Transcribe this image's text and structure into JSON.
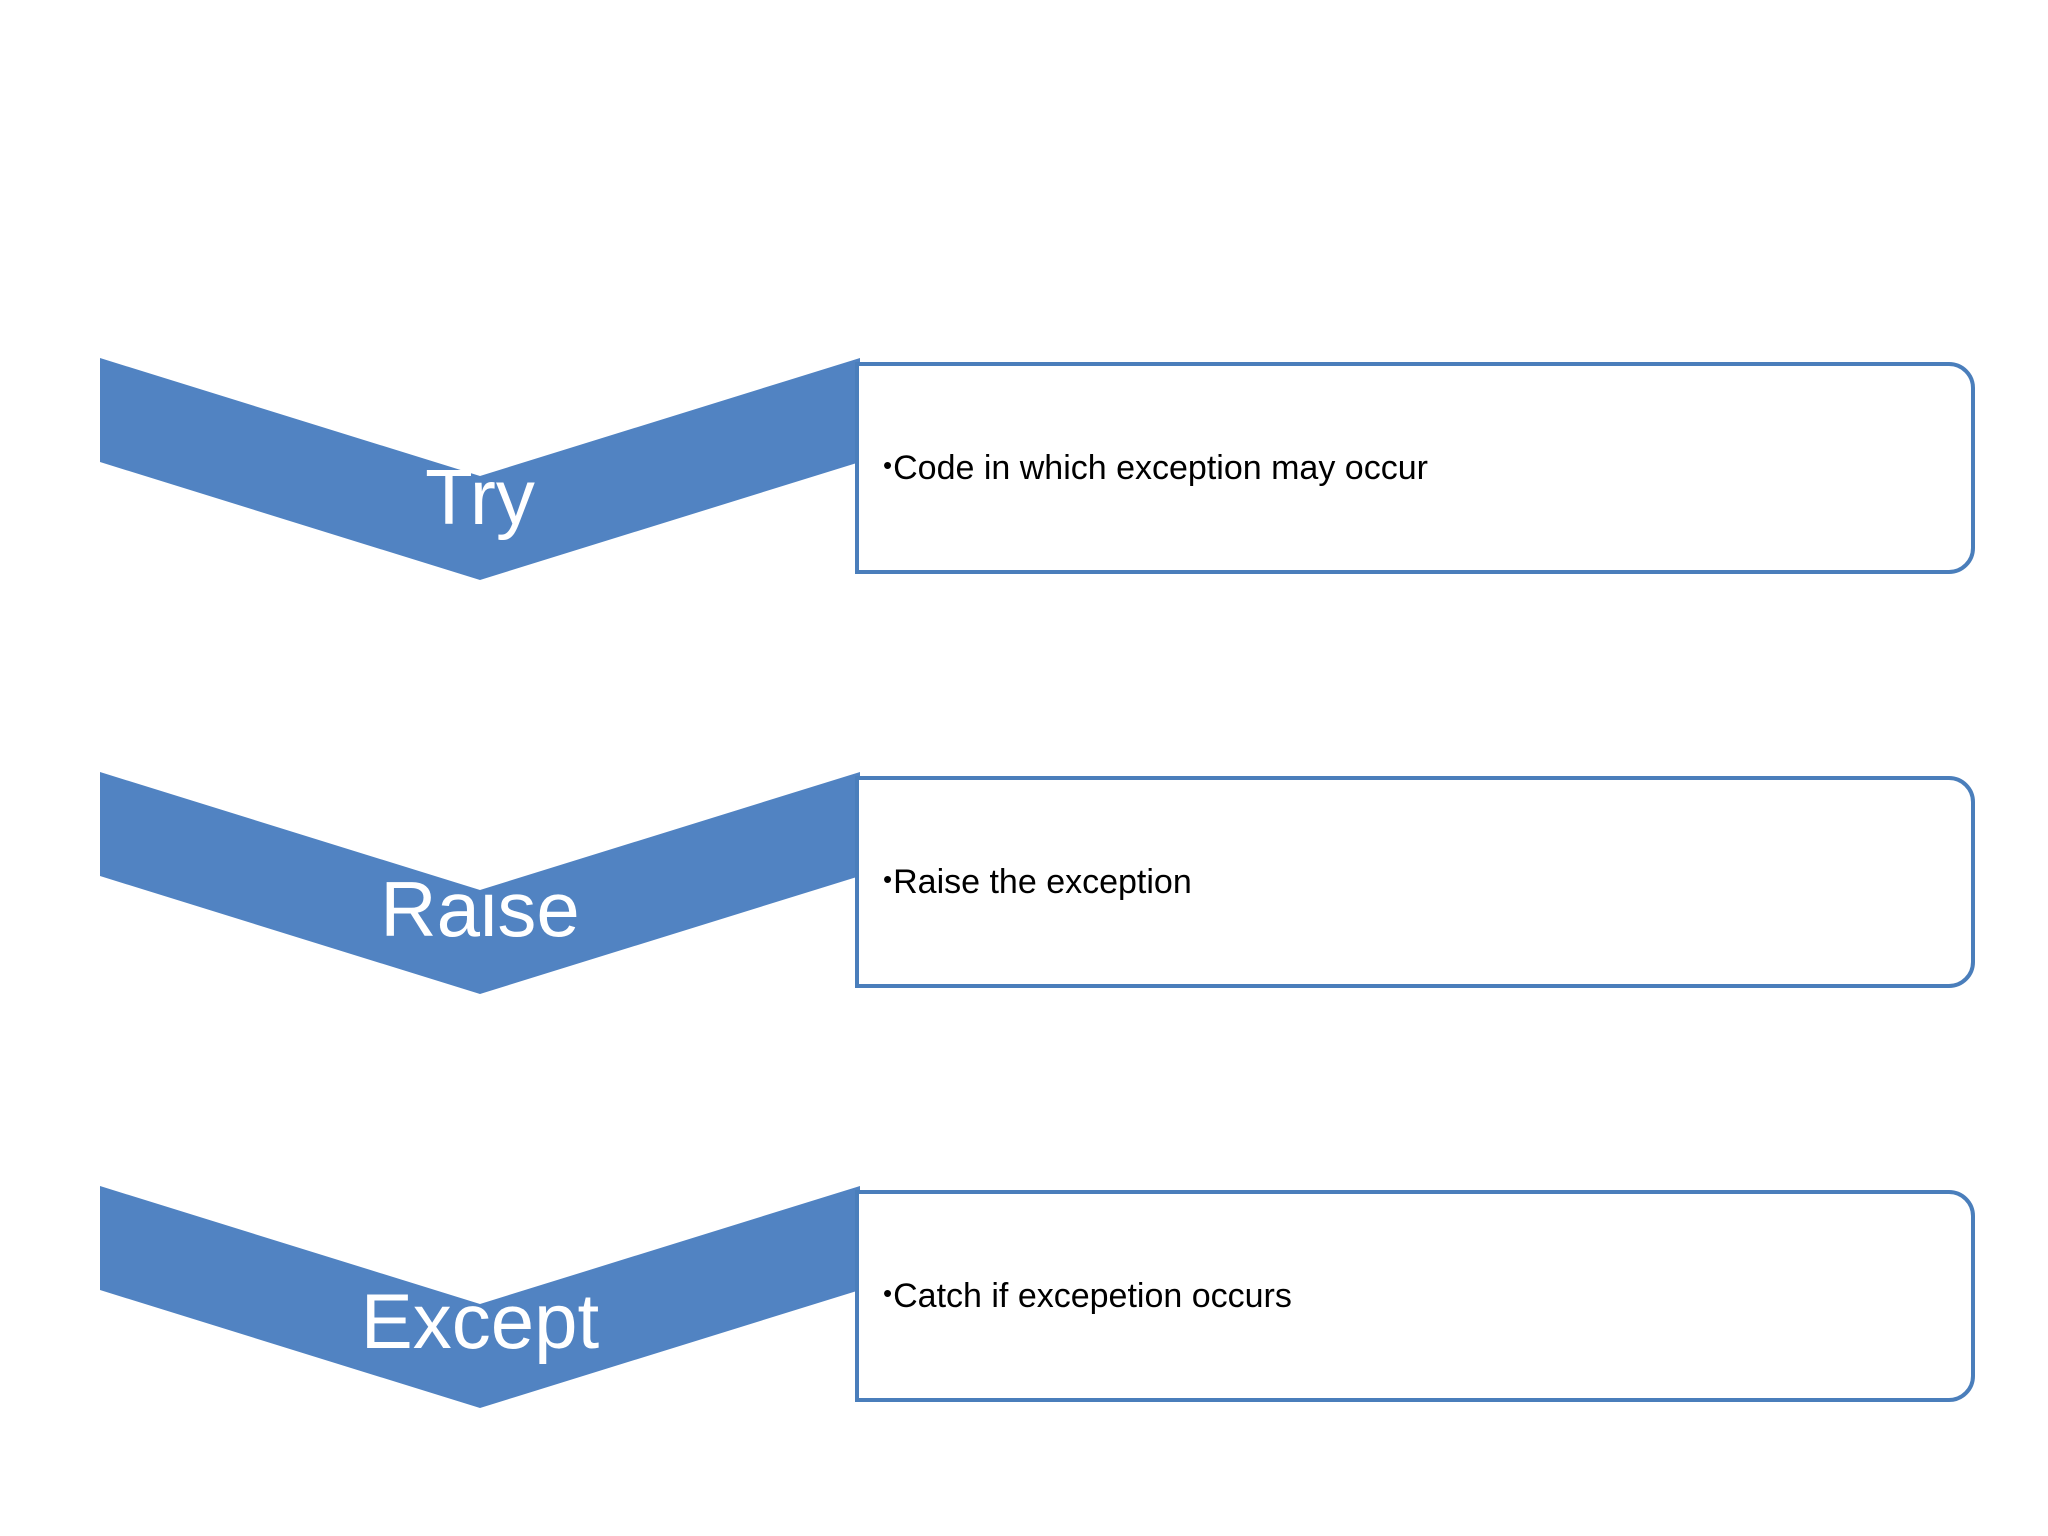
{
  "slide": {
    "background_color": "#ffffff",
    "accent_color": "#5183c2",
    "border_color": "#4a7ebb",
    "label_text_color": "#ffffff",
    "body_text_color": "#000000"
  },
  "rows": [
    {
      "id": "try",
      "label": "Try",
      "bullet": "•",
      "description": "Code in which exception may occur"
    },
    {
      "id": "raise",
      "label": "Raise",
      "bullet": "•",
      "description": "Raise the exception"
    },
    {
      "id": "except",
      "label": "Except",
      "bullet": "•",
      "description": "Catch if excepetion occurs"
    }
  ]
}
